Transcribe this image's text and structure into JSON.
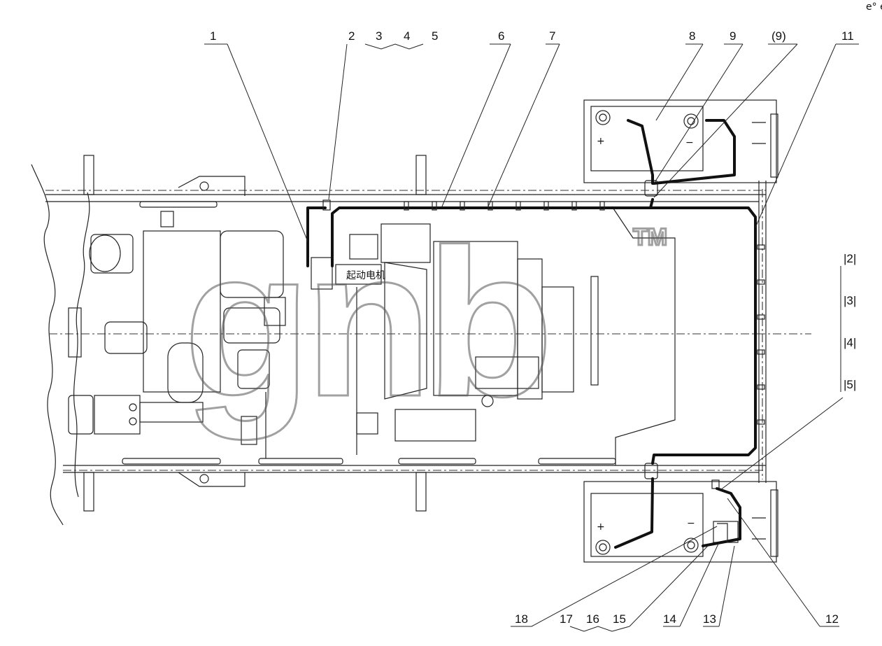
{
  "corner_mark": "e° eee",
  "callouts_top": [
    "1",
    "2",
    "3",
    "4",
    "5",
    "6",
    "7",
    "8",
    "9",
    "(9)",
    "11"
  ],
  "callouts_bottom": [
    "18",
    "17",
    "16",
    "15",
    "14",
    "13",
    "12"
  ],
  "callouts_right": [
    "|2|",
    "|3|",
    "|4|",
    "|5|"
  ],
  "starter_label": "起动电机",
  "battery_top": {
    "plus": "+",
    "minus": "−"
  },
  "battery_bottom": {
    "plus": "+",
    "minus": "−"
  },
  "watermark": {
    "text": "gnb",
    "tm": "TM"
  }
}
